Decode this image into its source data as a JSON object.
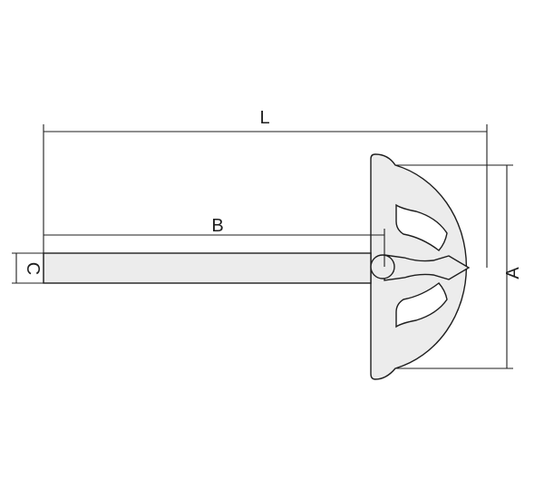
{
  "dimensions": {
    "L": "L",
    "B": "B",
    "A": "A",
    "C": "C"
  },
  "colors": {
    "line": "#1e1e1e",
    "part_fill": "#ececec",
    "background": "#ffffff"
  }
}
